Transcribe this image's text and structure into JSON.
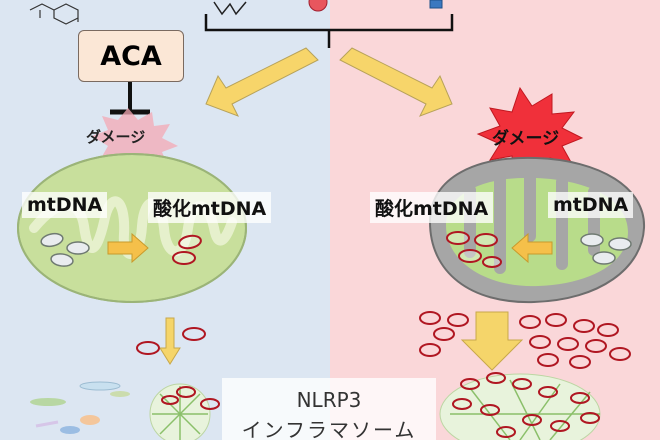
{
  "labels": {
    "aca": "ACA",
    "damage_left": "ダメージ",
    "damage_right": "ダメージ",
    "mtdna_left": "mtDNA",
    "oxidized_left": "酸化mtDNA",
    "oxidized_right": "酸化mtDNA",
    "mtdna_right": "mtDNA",
    "nlrp3_line1": "NLRP3",
    "nlrp3_line2": "インフラマソーム"
  },
  "colors": {
    "left_bg": "#dce6f2",
    "right_bg": "#fad7d9",
    "arrow_yellow": "#f7d56a",
    "mito_green": "#cfe3a8",
    "mito_damaged_gray": "#9e9e9e",
    "oxidized_ring_red": "#b01722",
    "burst_red": "#f0303a"
  }
}
